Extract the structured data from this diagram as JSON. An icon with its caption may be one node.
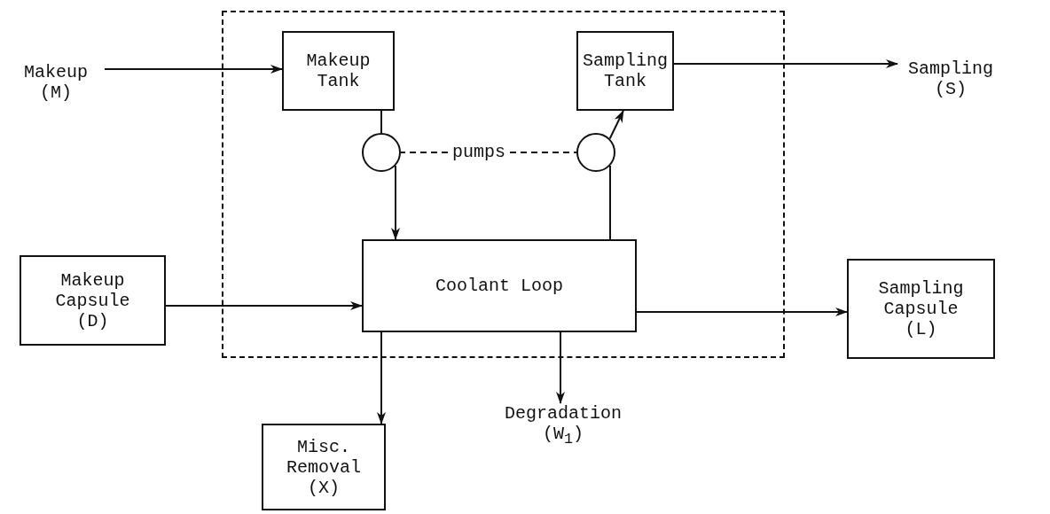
{
  "diagram": {
    "nodes": [
      {
        "text": [],
        "shape": "box"
      },
      {
        "text": [
          "Makeup (M)"
        ]
      },
      {
        "text": [
          "Makeup Tank"
        ],
        "in": 0
      },
      {
        "text": [
          "Sampling Tank"
        ],
        "in": 0
      },
      {
        "text": [
          "Sampling (S)"
        ]
      },
      {
        "text": [],
        "shape": "circle",
        "in": 0
      },
      {
        "text": [
          "pumps"
        ],
        "in": 0
      },
      {
        "text": [],
        "shape": "circle",
        "in": 0
      },
      {
        "text": [
          "Makeup Capsule (D)"
        ]
      },
      {
        "text": [
          "Coolant Loop"
        ],
        "in": 0
      },
      {
        "text": [
          "Sampling Capsule (L)"
        ]
      },
      {
        "text": [
          "Misc. Removal (X)"
        ]
      },
      {
        "text": [
          "Degradation (W$_{1}$)"
        ]
      }
    ],
    "edges": [
      {
        "from": 1,
        "to": 2,
        "arrow": "to"
      },
      {
        "from": 2,
        "to": 5,
        "arrow": "none"
      },
      {
        "from": 5,
        "to": 9,
        "arrow": "to"
      },
      {
        "from": 9,
        "to": 7,
        "arrow": "none"
      },
      {
        "from": 7,
        "to": 3,
        "arrow": "to"
      },
      {
        "from": 3,
        "to": 4,
        "arrow": "to"
      },
      {
        "from": 8,
        "to": 9,
        "arrow": "to"
      },
      {
        "from": 9,
        "to": 11,
        "arrow": "to"
      },
      {
        "from": 9,
        "to": 12,
        "arrow": "to"
      },
      {
        "from": 9,
        "to": 10,
        "arrow": "to"
      },
      {
        "from": 6,
        "to": 5,
        "arrow": "none",
        "style": "dashed"
      },
      {
        "from": 6,
        "to": 7,
        "arrow": "none",
        "style": "dashed"
      }
    ]
  }
}
